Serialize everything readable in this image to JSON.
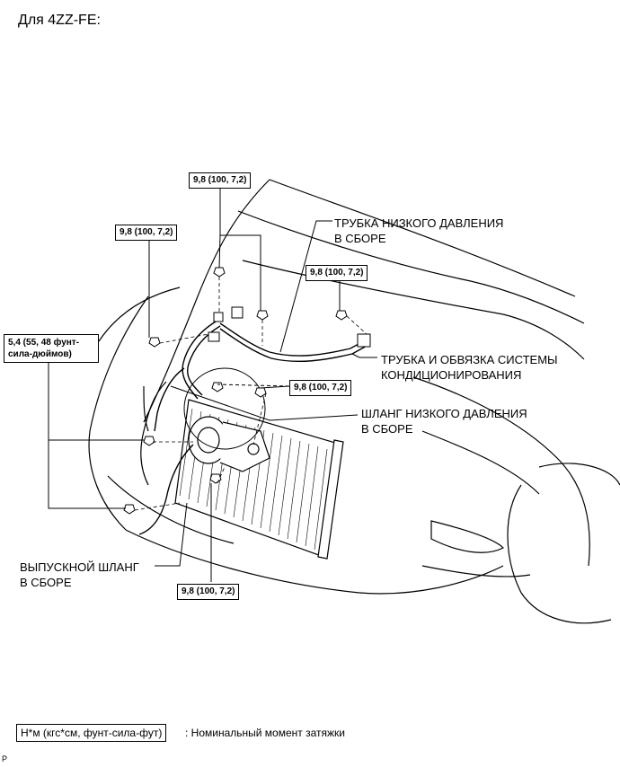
{
  "heading": "Для 4ZZ-FE:",
  "torque_boxes": {
    "top_center": "9,8 (100, 7,2)",
    "upper_left": "9,8 (100, 7,2)",
    "right": "9,8 (100, 7,2)",
    "middle": "9,8 (100, 7,2)",
    "bottom": "9,8 (100, 7,2)",
    "left_multi_line1": "5,4 (55, 48 фунт-",
    "left_multi_line2": "сила-дюймов)"
  },
  "labels": {
    "low_pressure_tube_line1": "ТРУБКА НИЗКОГО ДАВЛЕНИЯ",
    "low_pressure_tube_line2": "В СБОРЕ",
    "ac_tube_line1": "ТРУБКА И ОБВЯЗКА СИСТЕМЫ",
    "ac_tube_line2": "КОНДИЦИОНИРОВАНИЯ",
    "low_pressure_hose_line1": "ШЛАНГ НИЗКОГО ДАВЛЕНИЯ",
    "low_pressure_hose_line2": "В СБОРЕ",
    "discharge_hose_line1": "ВЫПУСКНОЙ ШЛАНГ",
    "discharge_hose_line2": "В СБОРЕ"
  },
  "legend": {
    "unit_box": "Н*м (кгс*см, фунт-сила-фут)",
    "description": ": Номинальный момент затяжки"
  },
  "ref_mark": "P"
}
